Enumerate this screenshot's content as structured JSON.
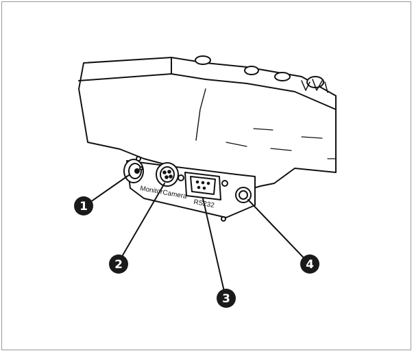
{
  "diagram": {
    "port_labels": {
      "monitor": "Monitor",
      "camera": "Camera",
      "rs232": "RS232"
    },
    "callouts": [
      "1",
      "2",
      "3",
      "4"
    ],
    "colors": {
      "line": "#111111",
      "fill": "#ffffff",
      "callout_fill": "#1a1a1a",
      "frame": "#999999"
    }
  }
}
